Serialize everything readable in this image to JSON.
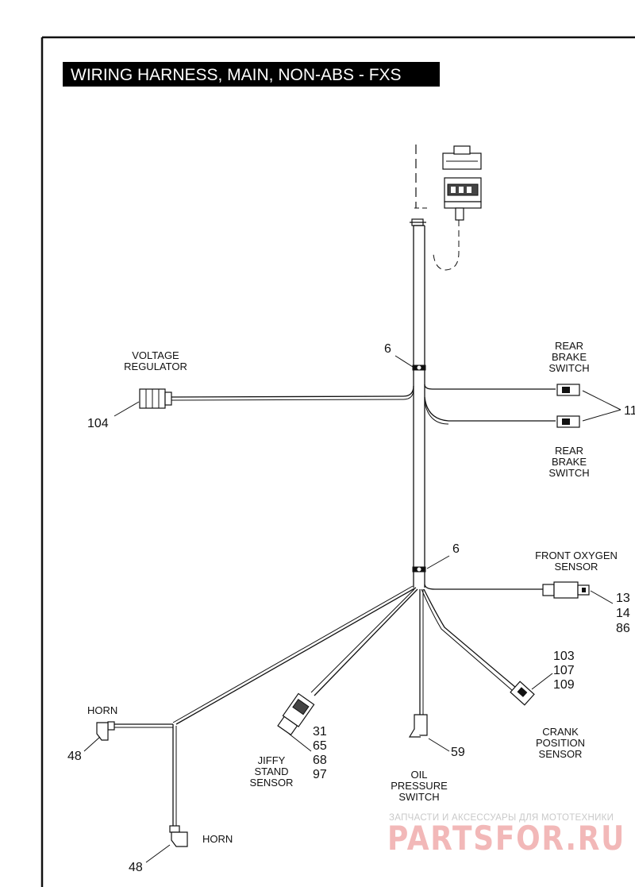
{
  "title": "WIRING HARNESS, MAIN, NON-ABS - FXS",
  "labels": {
    "voltage_regulator": [
      "VOLTAGE",
      "REGULATOR"
    ],
    "rear_brake_switch_upper": [
      "REAR",
      "BRAKE",
      "SWITCH"
    ],
    "rear_brake_switch_lower": [
      "REAR",
      "BRAKE",
      "SWITCH"
    ],
    "front_oxygen_sensor": [
      "FRONT OXYGEN",
      "SENSOR"
    ],
    "crank_position_sensor": [
      "CRANK",
      "POSITION",
      "SENSOR"
    ],
    "oil_pressure_switch": [
      "OIL",
      "PRESSURE",
      "SWITCH"
    ],
    "jiffy_stand_sensor": [
      "JIFFY",
      "STAND",
      "SENSOR"
    ],
    "horn_upper": "HORN",
    "horn_lower": "HORN"
  },
  "callouts": {
    "clip_upper": "6",
    "clip_lower": "6",
    "voltage_regulator": "104",
    "rear_brake_switch": "11",
    "front_oxygen_sensor": [
      "13",
      "14",
      "86"
    ],
    "crank_position_sensor": [
      "103",
      "107",
      "109"
    ],
    "jiffy_stand_sensor": [
      "31",
      "65",
      "68",
      "97"
    ],
    "oil_pressure_switch": "59",
    "horn_upper": "48",
    "horn_lower": "48"
  },
  "watermark": {
    "caption": "ЗАПЧАСТИ И АКСЕССУАРЫ ДЛЯ МОТОТЕХНИКИ",
    "logo_text": "PARTSFOR.RU"
  }
}
